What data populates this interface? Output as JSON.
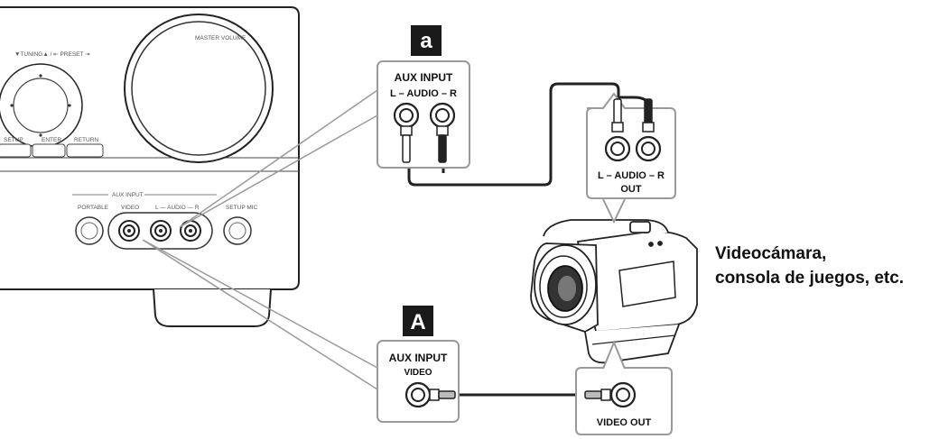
{
  "receiver": {
    "master_volume": "MASTER VOLUME",
    "tuning_preset": "▼TUNING▲ / ⇤ PRESET ⇥",
    "buttons": [
      "SETUP",
      "ENTER",
      "RETURN"
    ],
    "aux_input": "AUX INPUT",
    "portable": "PORTABLE",
    "video": "VIDEO",
    "audio": "L — AUDIO — R",
    "setup_mic": "SETUP MIC"
  },
  "badges": {
    "a": "a",
    "A": "A"
  },
  "callout_audio_in": {
    "line1": "AUX INPUT",
    "line2": "L – AUDIO – R"
  },
  "callout_audio_out": {
    "line1": "L – AUDIO – R",
    "line2": "OUT"
  },
  "callout_video_in": {
    "line1": "AUX INPUT",
    "line2": "VIDEO"
  },
  "callout_video_out": {
    "line1": "VIDEO OUT"
  },
  "caption": {
    "line1": "Videocámara,",
    "line2": "consola de juegos, etc."
  },
  "colors": {
    "line": "#222222",
    "callout_border": "#9a9a9a",
    "badge": "#1a1a1a"
  }
}
